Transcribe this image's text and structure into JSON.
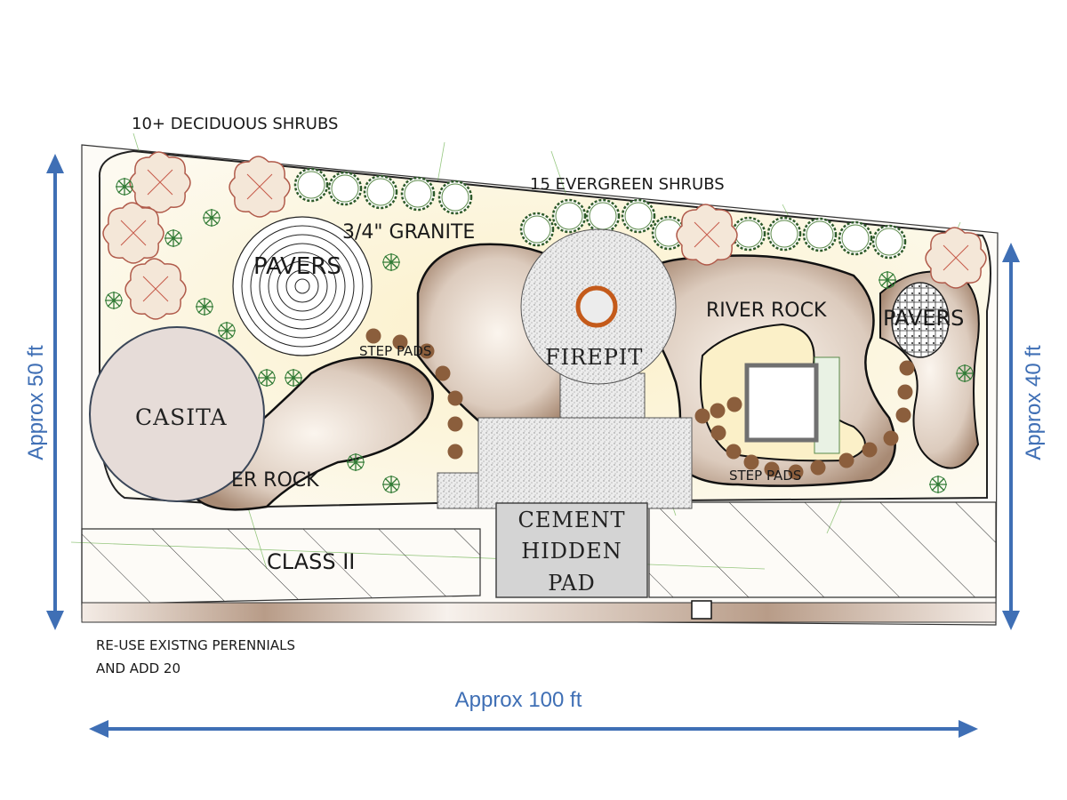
{
  "labels": {
    "deciduous": "10+ DECIDUOUS SHRUBS",
    "evergreen": "15 EVERGREEN SHRUBS",
    "granite": "3/4\" GRANITE",
    "pavers_left": "PAVERS",
    "pavers_right": "PAVERS",
    "river_rock_right": "RIVER ROCK",
    "river_rock_left": "ER ROCK",
    "step_pads_left": "STEP PADS",
    "step_pads_right": "STEP PADS",
    "firepit": "FIREPIT",
    "casita": "CASITA",
    "class2": "CLASS II",
    "cement_line1": "CEMENT",
    "cement_line2": "HIDDEN",
    "cement_line3": "PAD",
    "perennials_line1": "RE-USE EXISTNG PERENNIALS",
    "perennials_line2": "AND ADD 20"
  },
  "dimensions": {
    "width": "Approx 100 ft",
    "left_height": "Approx 50 ft",
    "right_height": "Approx 40 ft"
  },
  "colors": {
    "dimension_arrow": "#3f6fb5",
    "firepit_ring": "#c45a1a",
    "step_pad": "#8b5e3c",
    "casita_fill": "#e6dcd8",
    "cement_pad": "#d4d4d4",
    "granite_fill": "#fbf3dc",
    "river_rock_fill": "#d9c8b8"
  }
}
